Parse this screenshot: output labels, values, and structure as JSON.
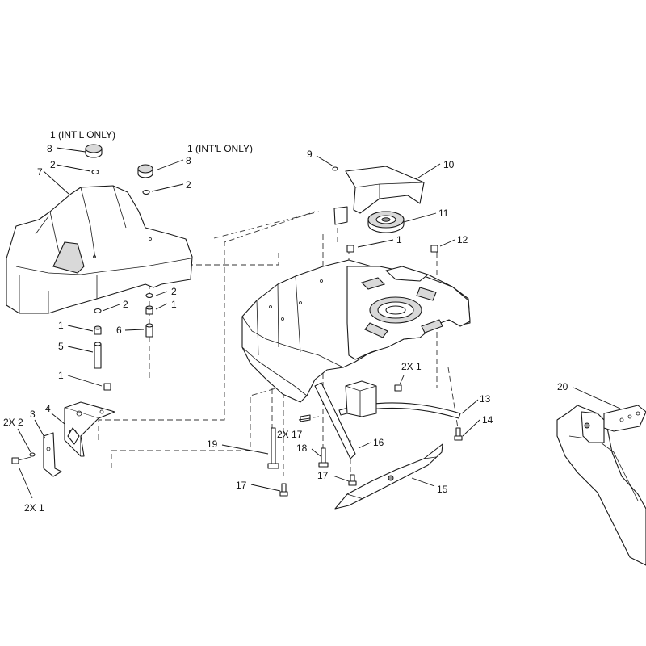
{
  "callouts": {
    "c1": "1 (INT'L ONLY)",
    "c2": "8",
    "c3": "2",
    "c4": "7",
    "c5": "1 (INT'L ONLY)",
    "c6": "8",
    "c7": "2",
    "c8": "2",
    "c9": "1",
    "c10": "2",
    "c11": "1",
    "c12": "6",
    "c13": "5",
    "c14": "1",
    "c15": "9",
    "c16": "10",
    "c17": "11",
    "c18": "1",
    "c19": "12",
    "c20": "2X 1",
    "c21": "13",
    "c22": "14",
    "c23": "2X 17",
    "c24": "16",
    "c25": "18",
    "c26": "17",
    "c27": "15",
    "c28": "19",
    "c29": "17",
    "c30": "2X 2",
    "c31": "3",
    "c32": "4",
    "c33": "2X 1",
    "c34": "20"
  }
}
